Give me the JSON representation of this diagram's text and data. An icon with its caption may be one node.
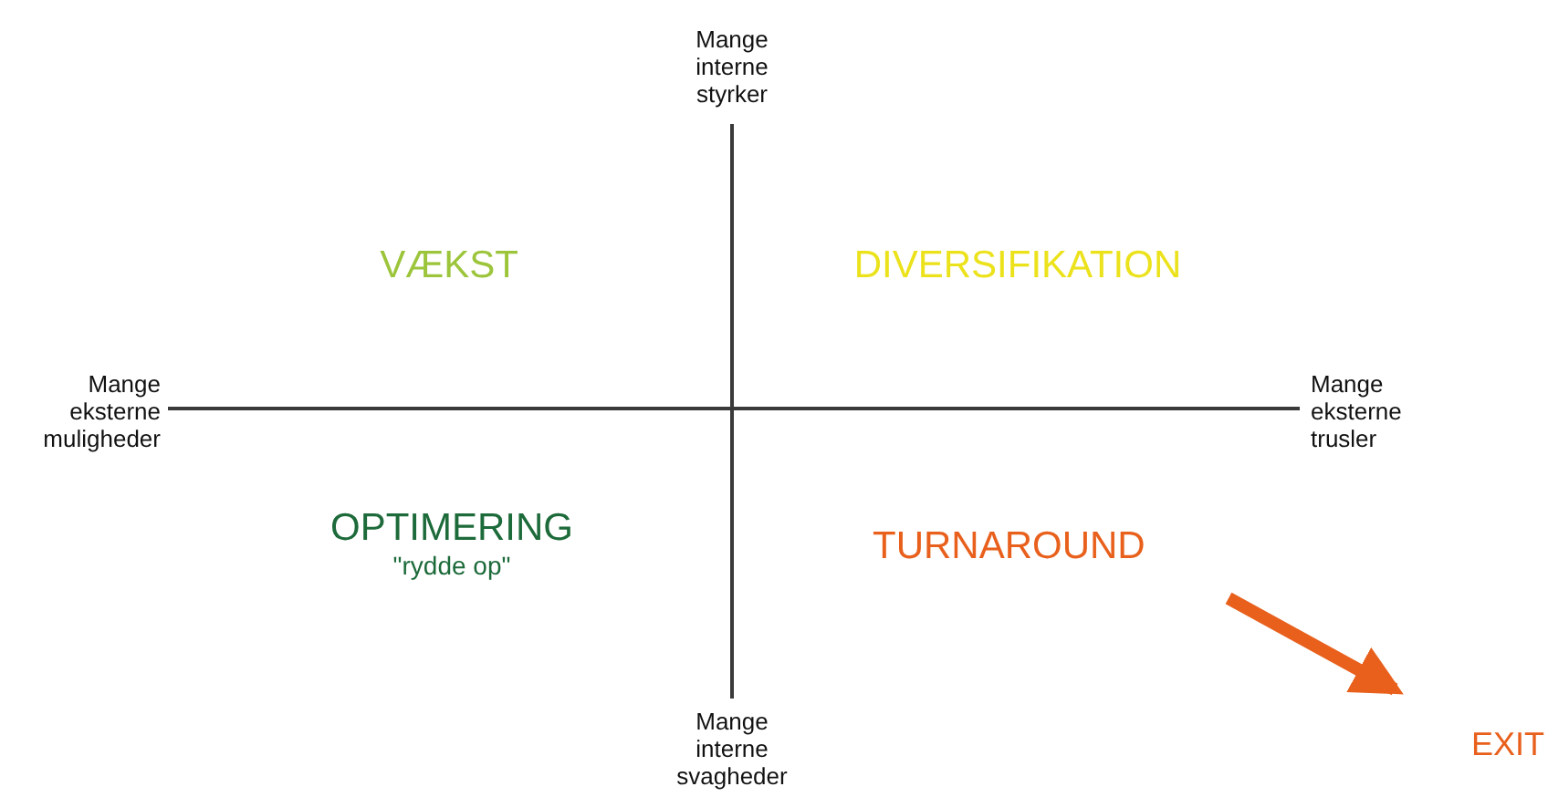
{
  "diagram": {
    "nodes": [
      {
        "text": [
          "VÆKST"
        ]
      },
      {
        "text": [
          "DIVERSIFIKATION"
        ]
      },
      {
        "text": [
          "OPTIMERING",
          "\"rydde op\""
        ]
      },
      {
        "text": [
          "TURNAROUND"
        ]
      },
      {
        "text": [
          "EXIT"
        ]
      }
    ],
    "edges": [
      {
        "from": 3,
        "to": 4,
        "arrow": "to",
        "color": "#e8601c"
      }
    ],
    "labels": [
      "Mange interne styrker",
      "Mange eksterne muligheder",
      "Mange eksterne trusler",
      "Mange interne svagheder"
    ]
  }
}
